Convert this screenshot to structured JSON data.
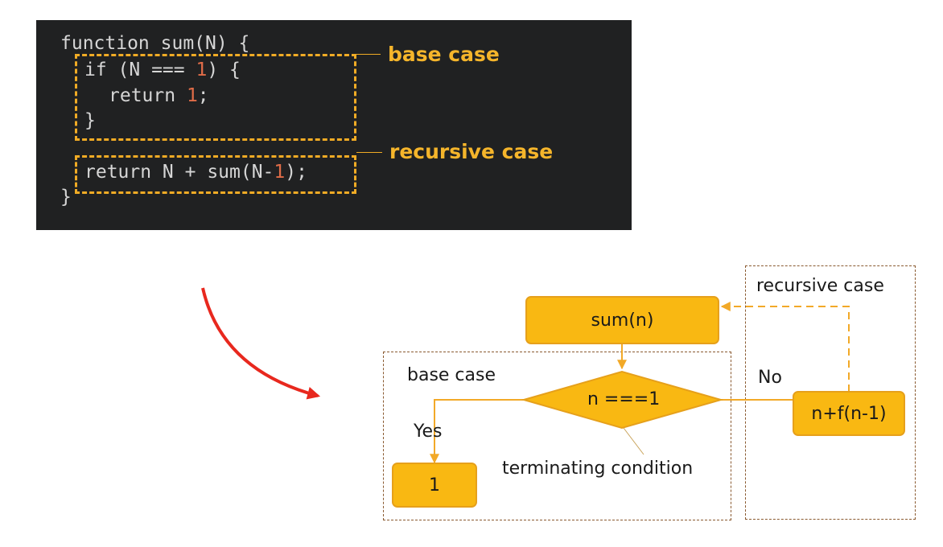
{
  "code": {
    "line1": "function sum(N) {",
    "line2_a": "if (N === ",
    "line2_num": "1",
    "line2_b": ") {",
    "line3_a": "return ",
    "line3_num": "1",
    "line3_b": ";",
    "line4": "}",
    "line5_a": "return N + sum(N-",
    "line5_num": "1",
    "line5_b": ");",
    "line6": "}",
    "base_case_label": "base case",
    "recursive_case_label": "recursive case"
  },
  "flowchart": {
    "start_box": "sum(n)",
    "decision": "n ===1",
    "result_box": "1",
    "recurse_box": "n+f(n-1)",
    "yes_label": "Yes",
    "no_label": "No",
    "base_case_label": "base case",
    "recursive_case_label": "recursive case",
    "terminating_label": "terminating condition"
  },
  "colors": {
    "code_bg": "#202122",
    "accent": "#f0ab25",
    "box_fill": "#f9b812",
    "arrow_red": "#e8281e",
    "number": "#e06c48"
  }
}
